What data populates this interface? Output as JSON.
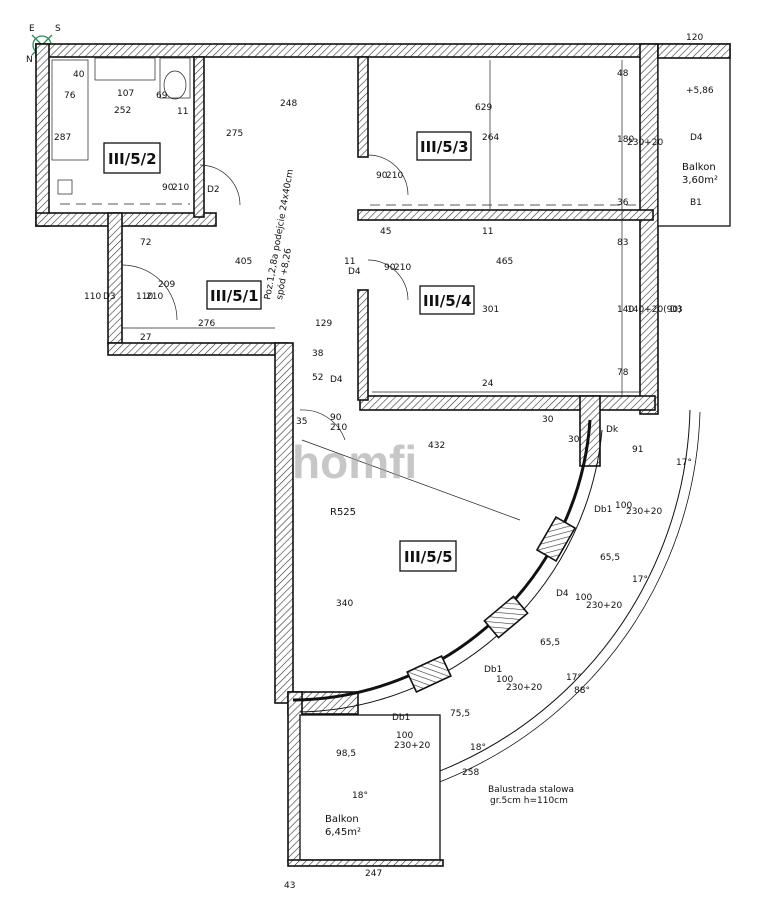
{
  "compass": {
    "n": "N",
    "e": "E",
    "s": "S"
  },
  "watermark": "homfi",
  "rooms": [
    {
      "id": "III/5/2"
    },
    {
      "id": "III/5/3"
    },
    {
      "id": "III/5/1"
    },
    {
      "id": "III/5/4"
    },
    {
      "id": "III/5/5"
    }
  ],
  "balconies": [
    {
      "label": "Balkon",
      "area": "3,60m²",
      "level": "+5,86"
    },
    {
      "label": "Balkon",
      "area": "6,45m²"
    }
  ],
  "radius_label": "R525",
  "railing_note": [
    "Balustrada stalowa",
    "gr.5cm h=110cm"
  ],
  "pipe_note": [
    "Poz.1,2,8a podejcie 24x40cm",
    "spód +8,26"
  ],
  "dimensions": {
    "top_120": "120",
    "d_40": "40",
    "d_107": "107",
    "d_76": "76",
    "d_69": "69",
    "d_252": "252",
    "d_11a": "11",
    "d_248": "248",
    "d_275": "275",
    "d_287": "287",
    "d_629": "629",
    "d_48": "48",
    "d_264": "264",
    "d_180": "180",
    "d_230_20a": "230+20",
    "d_36": "36",
    "d_405": "405",
    "d_11b": "11",
    "d_465": "465",
    "d_45": "45",
    "d_11c": "11",
    "d_83": "83",
    "d_72": "72",
    "d_110a": "110",
    "d_110b": "110",
    "d_210a": "210",
    "d_209": "209",
    "d_276": "276",
    "d_129": "129",
    "d_301": "301",
    "d_140": "140",
    "d_140_20": "140+20(90)",
    "d_27": "27",
    "d_24": "24",
    "d_78": "78",
    "d_38": "38",
    "d_52": "52",
    "d_35": "35",
    "d_90a": "90",
    "d_210b": "210",
    "d_90b": "90",
    "d_210c": "210",
    "d_90c": "90",
    "d_210d": "210",
    "d_90d": "90",
    "d_210e": "210",
    "d_30a": "30",
    "d_30b": "30",
    "d_432": "432",
    "d_91": "91",
    "d_340": "340",
    "d_100a": "100",
    "d_230_20b": "230+20",
    "d_65_5a": "65,5",
    "d_100b": "100",
    "d_230_20c": "230+20",
    "d_65_5b": "65,5",
    "d_100c": "100",
    "d_230_20d": "230+20",
    "d_75_5": "75,5",
    "d_98_5": "98,5",
    "d_100d": "100",
    "d_230_20e": "230+20",
    "d_258": "258",
    "d_247": "247",
    "d_43": "43",
    "a_17a": "17°",
    "a_17b": "17°",
    "a_17c": "17°",
    "a_88": "88°",
    "a_18a": "18°",
    "a_18b": "18°"
  },
  "door_tags": {
    "d2": "D2",
    "d3": "D3",
    "d4a": "D4",
    "d4b": "D4",
    "d4c": "D4",
    "dk": "Dk",
    "db1": "Db1",
    "db2": "Db1",
    "db3": "Db1",
    "d3b": "D3",
    "b1": "B1",
    "b2": "D4"
  }
}
